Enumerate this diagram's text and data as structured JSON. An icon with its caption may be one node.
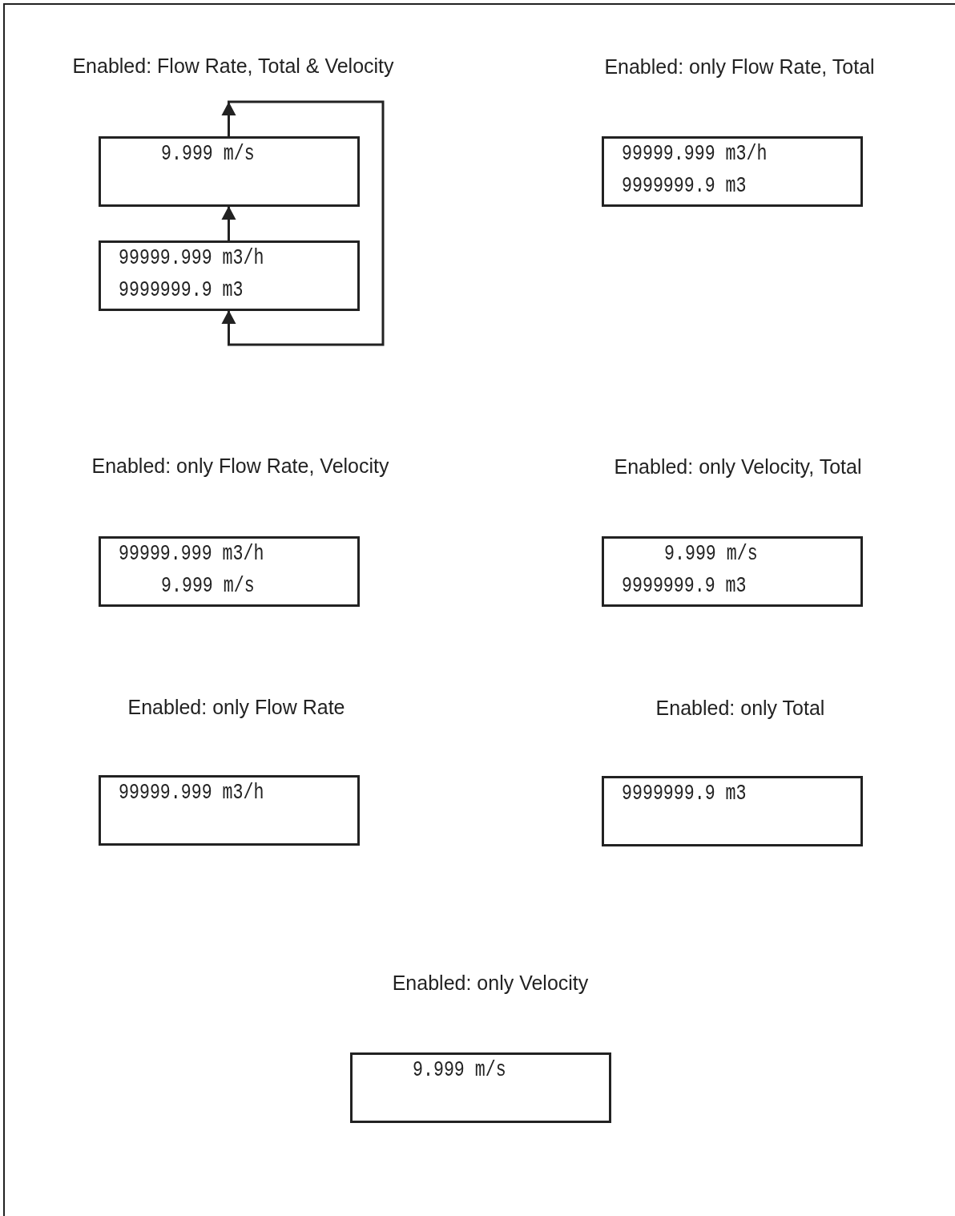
{
  "diagram": {
    "nodes": [
      {
        "text": [
          "9.999 m/s"
        ]
      },
      {
        "text": [
          "99999.999 m3/h",
          "9999999.9 m3"
        ]
      },
      {
        "text": [
          "99999.999 m3/h",
          "9999999.9 m3"
        ]
      },
      {
        "text": [
          "99999.999 m3/h",
          "9.999 m/s"
        ]
      },
      {
        "text": [
          "9.999 m/s",
          "9999999.9 m3"
        ]
      },
      {
        "text": [
          "99999.999 m3/h"
        ]
      },
      {
        "text": [
          "9999999.9 m3"
        ]
      },
      {
        "text": [
          "9.999 m/s"
        ]
      }
    ],
    "edges": [
      {
        "from": 2,
        "to": 0,
        "arrow": "to"
      },
      {
        "from": 0,
        "to": 2,
        "arrow": "to"
      }
    ],
    "labels": [
      "Enabled: Flow Rate, Total & Velocity",
      "Enabled: only Flow Rate, Total",
      "Enabled: only Flow Rate, Velocity",
      "Enabled: only Velocity, Total",
      "Enabled: only Flow Rate",
      "Enabled: only Total",
      "Enabled: only Velocity"
    ]
  }
}
